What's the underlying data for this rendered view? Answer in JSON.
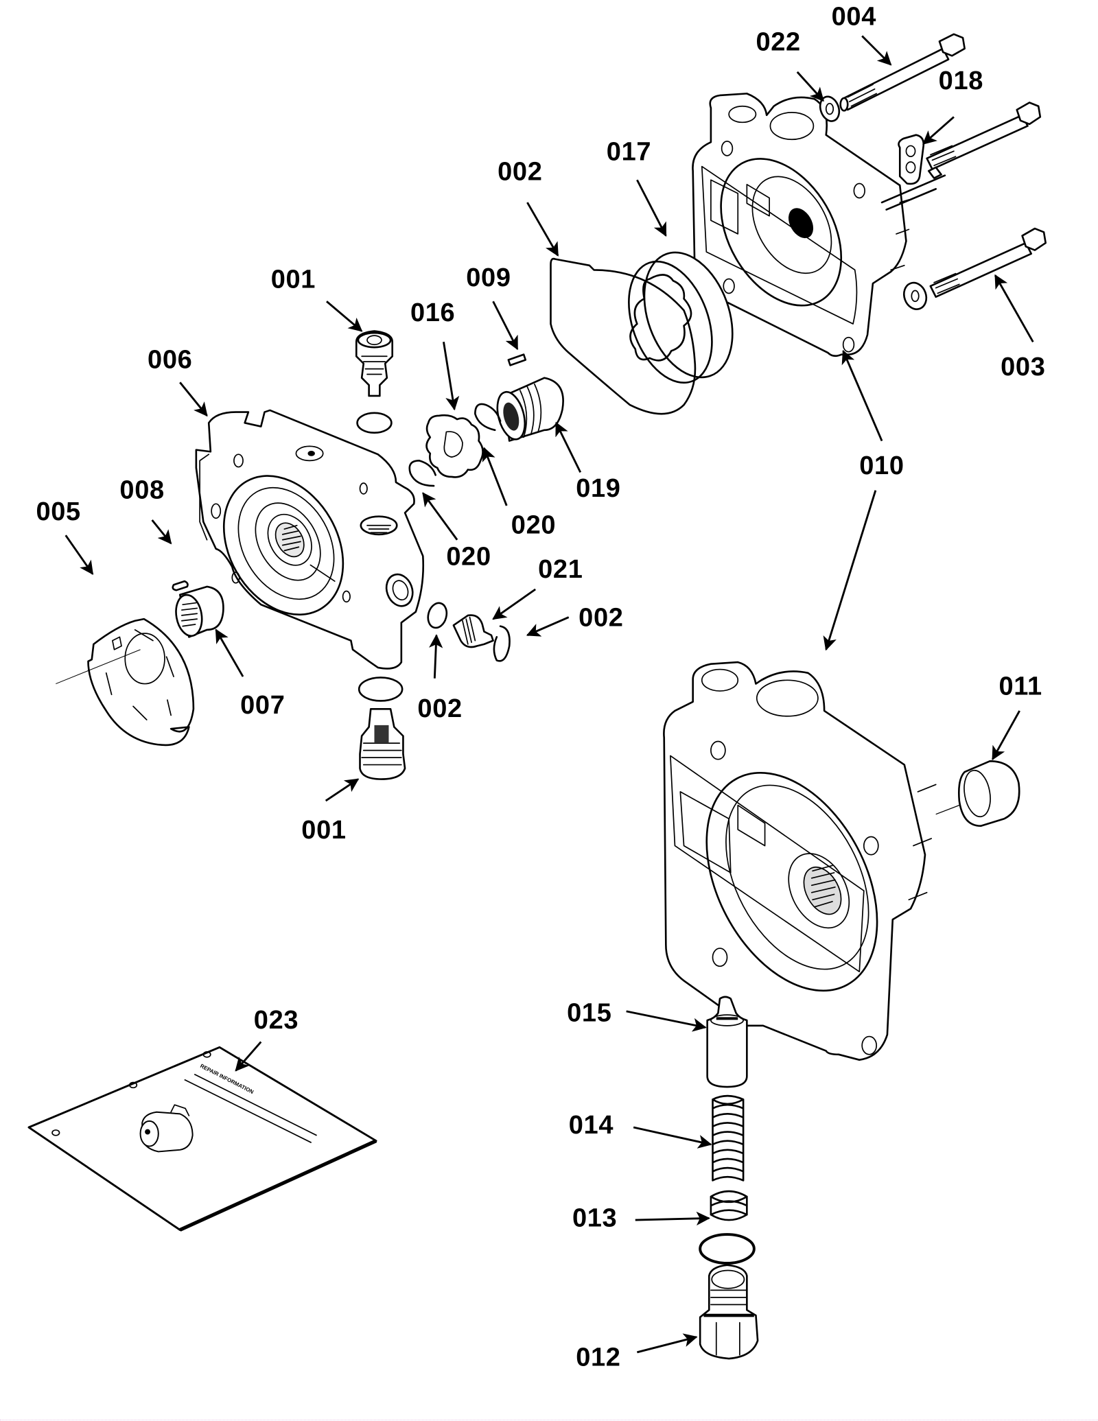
{
  "diagram": {
    "type": "exploded parts diagram",
    "subject": "hydraulic gear pump assembly",
    "callouts": [
      {
        "id": "c004",
        "label": "004",
        "part": "long bolt (upper)"
      },
      {
        "id": "c022",
        "label": "022",
        "part": "washer"
      },
      {
        "id": "c018",
        "label": "018",
        "part": "bracket plate"
      },
      {
        "id": "c017",
        "label": "017",
        "part": "gerotor ring"
      },
      {
        "id": "c002a",
        "label": "002",
        "part": "housing gasket / seal"
      },
      {
        "id": "c009",
        "label": "009",
        "part": "key"
      },
      {
        "id": "c001a",
        "label": "001",
        "part": "valve cartridge (upper)"
      },
      {
        "id": "c016",
        "label": "016",
        "part": "inner gerotor"
      },
      {
        "id": "c006",
        "label": "006",
        "part": "port cover / end plate"
      },
      {
        "id": "c003",
        "label": "003",
        "part": "bolt (lower)"
      },
      {
        "id": "c010",
        "label": "010",
        "part": "pump housing"
      },
      {
        "id": "c019",
        "label": "019",
        "part": "drive coupling sleeve"
      },
      {
        "id": "c008",
        "label": "008",
        "part": "dowel pin"
      },
      {
        "id": "c005",
        "label": "005",
        "part": "wear plate"
      },
      {
        "id": "c020a",
        "label": "020",
        "part": "retaining ring (right)"
      },
      {
        "id": "c020b",
        "label": "020",
        "part": "retaining ring (left)"
      },
      {
        "id": "c021",
        "label": "021",
        "part": "check valve"
      },
      {
        "id": "c002b",
        "label": "002",
        "part": "snap ring"
      },
      {
        "id": "c007",
        "label": "007",
        "part": "needle bearing"
      },
      {
        "id": "c002c",
        "label": "002",
        "part": "o-ring"
      },
      {
        "id": "c011",
        "label": "011",
        "part": "bushing"
      },
      {
        "id": "c001b",
        "label": "001",
        "part": "valve cartridge (lower)"
      },
      {
        "id": "c023",
        "label": "023",
        "part": "repair information manual"
      },
      {
        "id": "c015",
        "label": "015",
        "part": "relief valve poppet"
      },
      {
        "id": "c014",
        "label": "014",
        "part": "spring"
      },
      {
        "id": "c013",
        "label": "013",
        "part": "spring (short)"
      },
      {
        "id": "c012",
        "label": "012",
        "part": "plug"
      }
    ],
    "manual_cover_text": "REPAIR INFORMATION"
  }
}
